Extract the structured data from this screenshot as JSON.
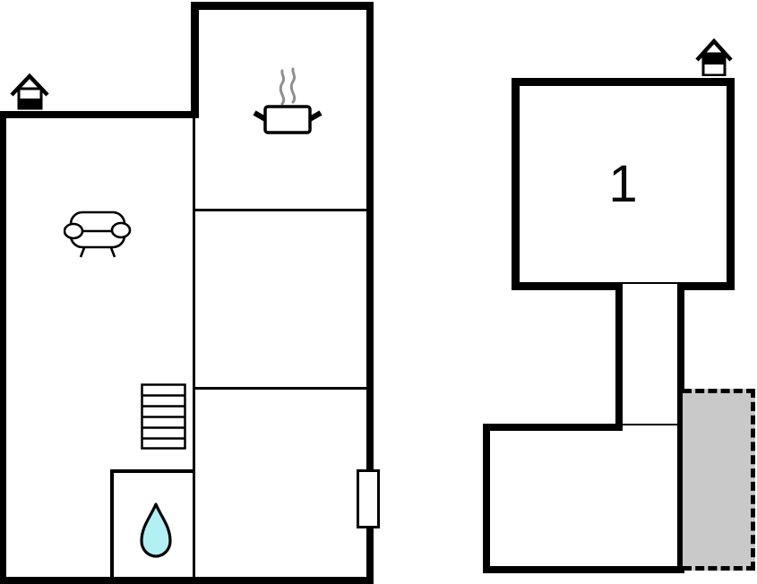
{
  "floorplan": {
    "ground_unit": {
      "rooms": [
        "kitchen",
        "living-room",
        "middle-room",
        "lower-room",
        "bathroom"
      ],
      "features": [
        "chimney",
        "stove-pot",
        "sofa",
        "stairs",
        "water-drop",
        "window"
      ]
    },
    "upper_unit": {
      "room_label": "1",
      "rooms": [
        "room-1",
        "corridor",
        "lower-room",
        "terrace"
      ],
      "features": [
        "chimney",
        "terrace-dashed"
      ]
    }
  },
  "colors": {
    "background": "#ffffff",
    "wall": "#000000",
    "terrace_fill": "#c9c9c9",
    "water_drop_fill": "#b3f0f4",
    "steam": "#8f8f8f"
  },
  "icons": [
    "chimney-icon",
    "stove-pot-icon",
    "sofa-icon",
    "stairs-icon",
    "water-drop-icon",
    "window-marker"
  ]
}
